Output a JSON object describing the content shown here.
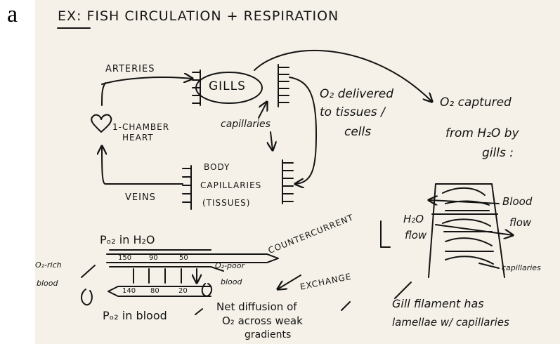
{
  "panel_letter": "a",
  "title": "EX: FISH CIRCULATION + RESPIRATION",
  "loop": {
    "arteries": "ARTERIES",
    "gills": "GILLS",
    "heart_line1": "1-CHAMBER",
    "heart_line2": "HEART",
    "capillaries": "capillaries",
    "body_line1": "BODY",
    "body_line2": "CAPILLARIES",
    "body_line3": "(TISSUES)",
    "veins": "VEINS",
    "o2_delivered_line1": "O₂ delivered",
    "o2_delivered_line2": "to tissues /",
    "o2_delivered_line3": "cells"
  },
  "capture": {
    "line1": "O₂ captured",
    "line2": "from H₂O by",
    "line3": "gills :"
  },
  "exchange": {
    "po2_water": "Pₒ₂ in H₂O",
    "water_values": [
      "150",
      "90",
      "50"
    ],
    "blood_values": [
      "140",
      "80",
      "20"
    ],
    "po2_blood": "Pₒ₂ in blood",
    "o2_rich_line1": "O₂-rich",
    "o2_rich_line2": "blood",
    "o2_poor_line1": "O₂-poor",
    "o2_poor_line2": "blood",
    "countercurrent": "COUNTERCURRENT",
    "exchange_word": "EXCHANGE",
    "net_line1": "Net diffusion of",
    "net_line2": "O₂ across weak",
    "net_line3": "gradients"
  },
  "gill": {
    "h2o_flow_line1": "H₂O",
    "h2o_flow_line2": "flow",
    "blood_flow_line1": "Blood",
    "blood_flow_line2": "flow",
    "capillaries": "capillaries",
    "filament_line1": "Gill filament has",
    "filament_line2": "lamellae w/ capillaries"
  },
  "colors": {
    "ink": "#141414",
    "paper": "#f5f1e8"
  }
}
